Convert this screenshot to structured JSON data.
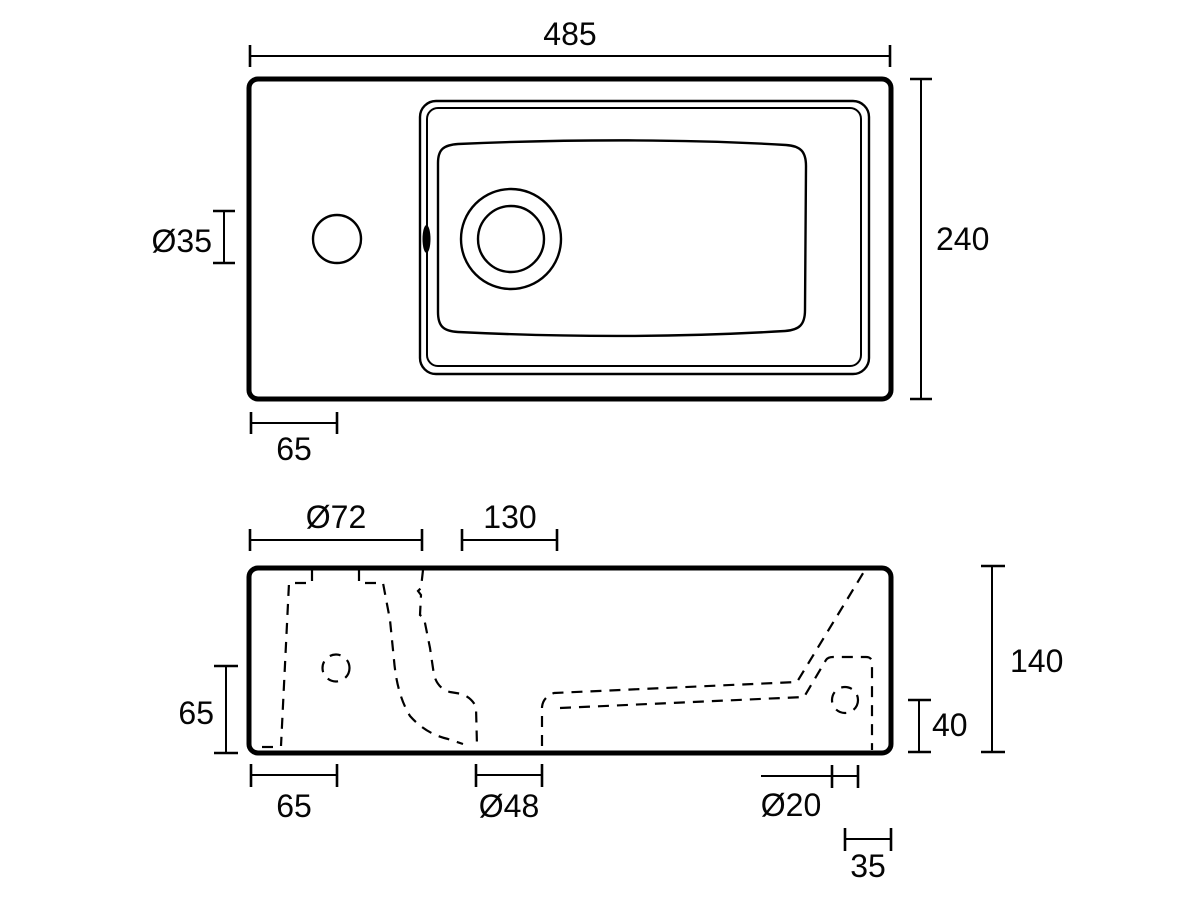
{
  "drawing": {
    "type": "technical-dimension-drawing",
    "subject": "wall-hung-basin",
    "background_color": "#ffffff",
    "line_color": "#000000",
    "views": {
      "top_view": {
        "dims": {
          "overall_width": "485",
          "overall_depth": "240",
          "tap_hole_diameter": "Ø35",
          "tap_hole_offset": "65"
        }
      },
      "front_view": {
        "dims": {
          "trap_boss_diameter": "Ø72",
          "outlet_offset": "130",
          "overall_height": "140",
          "tap_centre_height": "65",
          "foot_offset": "65",
          "waste_diameter": "Ø48",
          "fixing_hole_diameter": "Ø20",
          "fixing_hole_height": "40",
          "fixing_hole_edge_offset": "35"
        }
      }
    }
  }
}
